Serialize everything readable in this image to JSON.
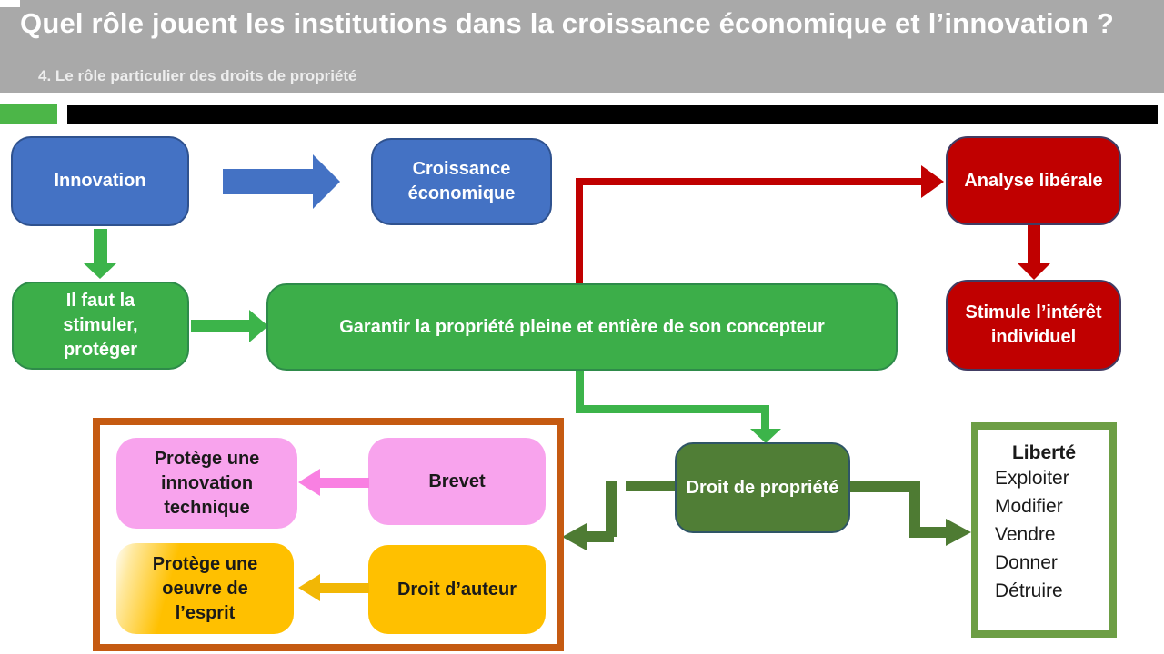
{
  "header": {
    "title": "Quel rôle jouent les institutions dans la croissance économique et l’innovation ?",
    "subtitle": "4. Le rôle particulier des droits de propriété"
  },
  "nodes": {
    "innovation": {
      "label": "Innovation"
    },
    "croissance": {
      "label": "Croissance économique"
    },
    "analyse": {
      "label": "Analyse libérale"
    },
    "stimule": {
      "label": "Stimule l’intérêt individuel"
    },
    "il_faut": {
      "lines": [
        "Il faut la",
        "stimuler,",
        "protéger"
      ]
    },
    "garantir": {
      "label": "Garantir la propriété pleine et entière de son concepteur"
    },
    "droit_propriete": {
      "label": "Droit de propriété"
    },
    "protege_innovation": {
      "lines": [
        "Protège une",
        "innovation",
        "technique"
      ]
    },
    "brevet": {
      "label": "Brevet"
    },
    "protege_oeuvre": {
      "lines": [
        "Protège une",
        "oeuvre de",
        "l’esprit"
      ]
    },
    "droit_auteur": {
      "label": "Droit d’auteur"
    },
    "liberte": {
      "title": "Liberté",
      "items": [
        "Exploiter",
        "Modifier",
        "Vendre",
        "Donner",
        "Détruire"
      ]
    }
  },
  "colors": {
    "gray_header": "#A9A9A9",
    "title_text": "#FFFFFF",
    "subtitle_text": "#EDEDED",
    "accent_green": "#4CB648",
    "bar_black": "#000000",
    "blue_fill": "#4472C4",
    "blue_border": "#2F528F",
    "green_fill": "#3CAE49",
    "green_border": "#2E8B4A",
    "green_arrow": "#3CB44A",
    "red_fill": "#C00000",
    "red_border": "#413C63",
    "red_arrow": "#C00000",
    "olive_fill": "#507E36",
    "olive_border": "#2F5566",
    "olive_arrow": "#4E7B33",
    "liberte_border": "#6D9E45",
    "orange_border": "#C55A11",
    "pink_fill": "#F8A3ED",
    "pink_arrow": "#F980E2",
    "yellow_fill": "#FFC000",
    "yellow_arrow": "#F2B705",
    "text_dark": "#1A1A1A"
  }
}
